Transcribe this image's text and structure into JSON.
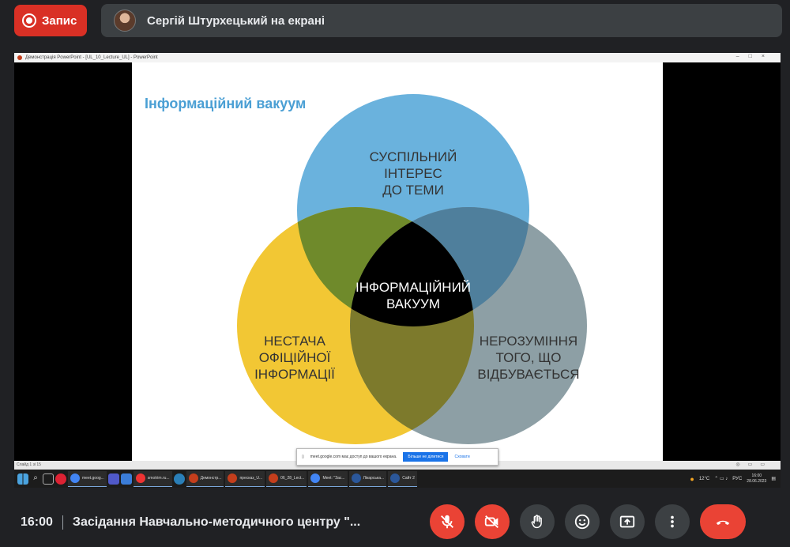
{
  "top": {
    "record_label": "Запис",
    "presenter_text": "Сергій Штурхецький на екрані"
  },
  "window": {
    "title": "Демонстрація PowerPoint - [UL_10_Lecture_UL] - PowerPoint",
    "status_text": "Слайд 1 зі 15"
  },
  "slide": {
    "title": "Інформаційний вакуум",
    "circles": [
      {
        "lines": [
          "СУСПІЛЬНИЙ",
          "ІНТЕРЕС",
          "ДО ТЕМИ"
        ],
        "color": "#6ab2dd"
      },
      {
        "lines": [
          "НЕСТАЧА",
          "ОФІЦІЙНОЇ",
          "ІНФОРМАЦІЇ"
        ],
        "color": "#f2c734"
      },
      {
        "lines": [
          "НЕРОЗУМІННЯ",
          "ТОГО, ЩО",
          "ВІДБУВАЄТЬСЯ"
        ],
        "color": "#8d9fa5"
      }
    ],
    "center_lines": [
      "ІНФОРМАЦІЙНИЙ",
      "ВАКУУМ"
    ]
  },
  "share_notice": {
    "text": "meet.google.com має доступ до вашого екрана.",
    "stop_label": "Більше не ділитися",
    "hide_label": "Сховати"
  },
  "taskbar": {
    "items": [
      {
        "label": "meet.goog...",
        "color": "#4285f4"
      },
      {
        "label": "Демонстр...",
        "color": "#c43e1c"
      },
      {
        "label": "пресказ_U...",
        "color": "#c43e1c"
      },
      {
        "label": "06_28_Lect...",
        "color": "#c43e1c"
      },
      {
        "label": "Meet: \"Зас...",
        "color": "#4285f4"
      },
      {
        "label": "Лікарська...",
        "color": "#2b579a"
      },
      {
        "label": "Сайт 2",
        "color": "#2b579a"
      }
    ],
    "extra_label": "smotrim.ru...",
    "weather": "12°C",
    "lang": "РУС",
    "clock_time": "16:00",
    "clock_date": "28.06.2023"
  },
  "bottom": {
    "time": "16:00",
    "meeting_title": "Засідання Навчально-методичного центру \"..."
  },
  "colors": {
    "accent_red": "#ea4335",
    "control_grey": "#3c4043",
    "background": "#202124"
  }
}
